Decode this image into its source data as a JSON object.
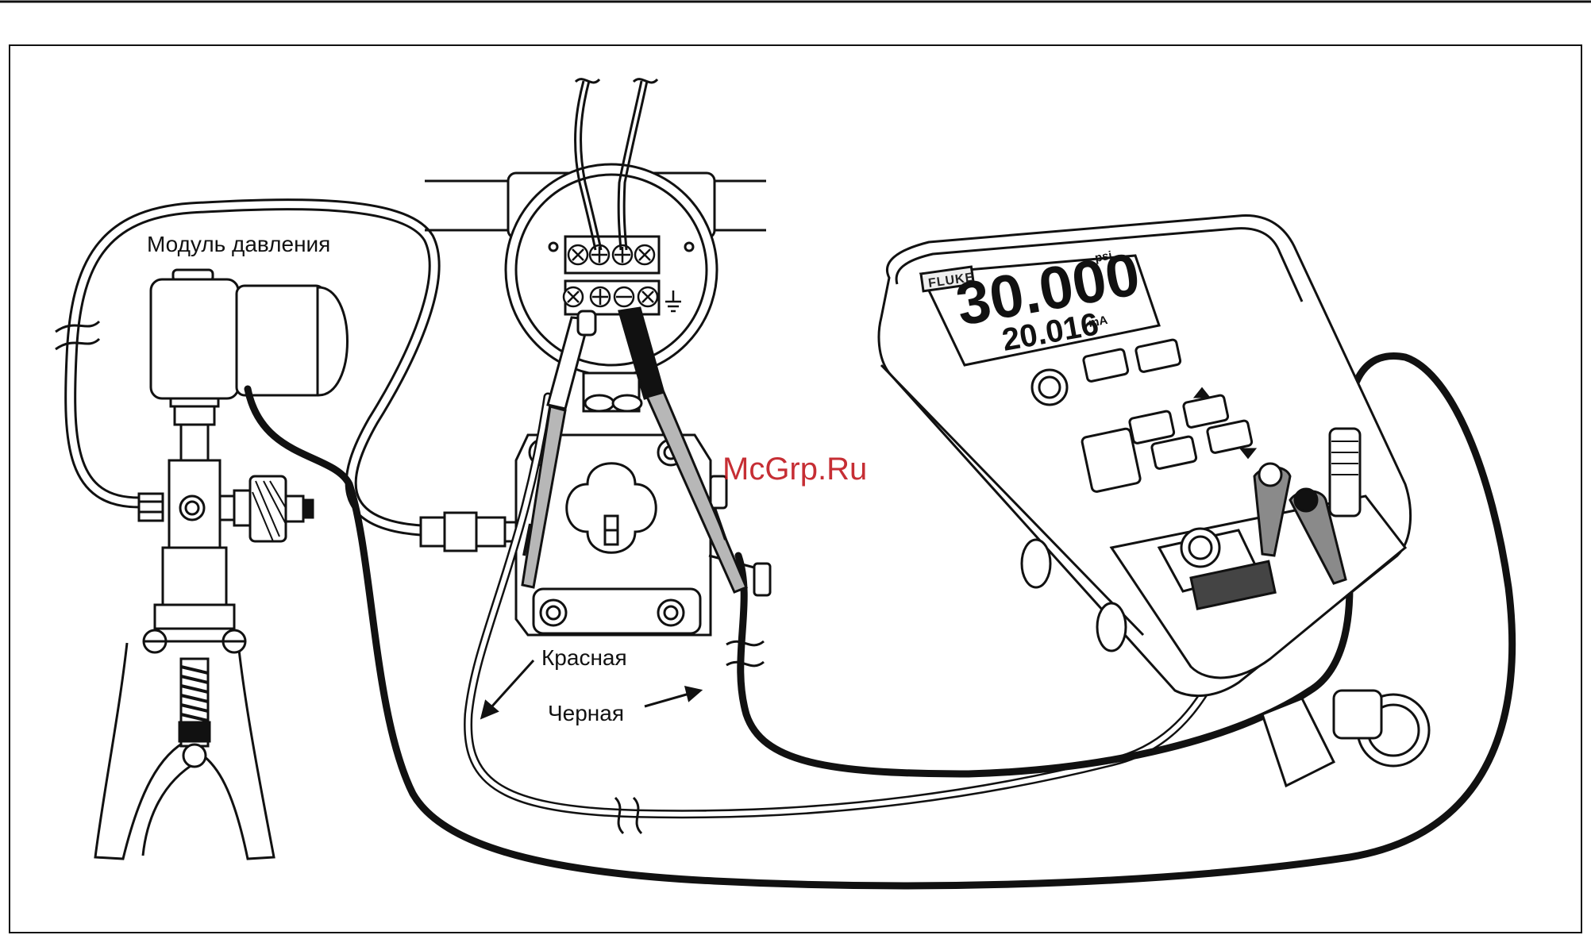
{
  "labels": {
    "pressure_module": "Модуль давления",
    "red_lead": "Красная",
    "black_lead": "Черная"
  },
  "calibrator": {
    "brand": "FLUKE",
    "main_reading": "30.000",
    "main_unit": "psi",
    "secondary_reading": "20.016",
    "secondary_unit": "mA"
  },
  "watermark": "McGrp.Ru",
  "colors": {
    "line": "#111111",
    "lead_gray": "#b7b7b7",
    "watermark": "#c0181f"
  }
}
